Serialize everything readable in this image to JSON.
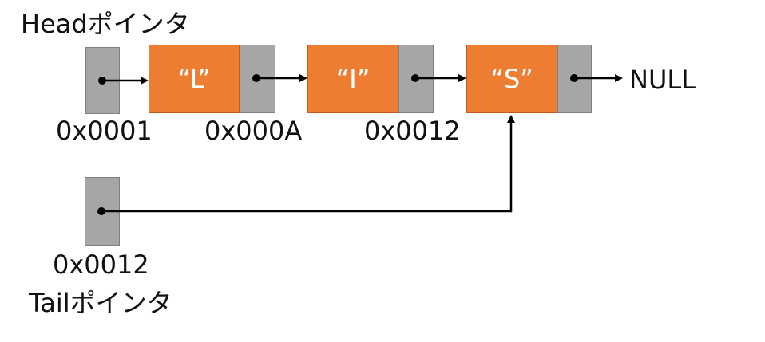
{
  "head_label": "Headポインタ",
  "tail_label": "Tailポインタ",
  "null_label": "NULL",
  "head_address": "0x0001",
  "tail_address": "0x0012",
  "nodes": [
    {
      "value": "“L”",
      "address": "0x000A"
    },
    {
      "value": "“I”",
      "address": "0x0012"
    },
    {
      "value": "“S”"
    }
  ],
  "colors": {
    "data_fill": "#ed7d31",
    "pointer_fill": "#a6a6a6",
    "line": "#000000"
  }
}
